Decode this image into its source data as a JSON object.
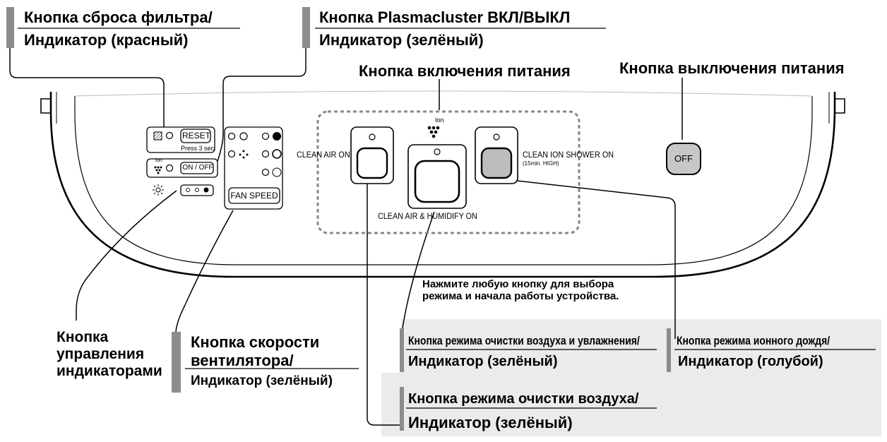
{
  "callouts": {
    "filter_reset_title": "Кнопка сброса фильтра/",
    "filter_reset_indicator": "Индикатор (красный)",
    "plasmacluster_title": "Кнопка Plasmacluster ВКЛ/ВЫКЛ",
    "plasmacluster_indicator": "Индикатор (зелёный)",
    "power_on": "Кнопка включения питания",
    "power_off": "Кнопка выключения питания",
    "press_note": "Нажмите любую кнопку для выбора режима и начала работы устройства.",
    "indicator_control": "Кнопка управления индикаторами",
    "fan_speed_title": "Кнопка скорости вентилятора/",
    "fan_speed_indicator": "Индикатор (зелёный)",
    "humidify_mode_title": "Кнопка режима очистки воздуха и увлажнения/",
    "humidify_mode_indicator": "Индикатор (зелёный)",
    "ion_mode_title": "Кнопка режима ионного дождя/",
    "ion_mode_indicator": "Индикатор (голубой)",
    "clean_air_mode_title": "Кнопка режима очистки воздуха/",
    "clean_air_mode_indicator": "Индикатор (зелёный)"
  },
  "panel": {
    "reset_button": "RESET",
    "reset_hint": "Press 3 sec.",
    "onoff_button": "ON / OFF",
    "ion_label": "Ion",
    "fan_speed_button": "FAN SPEED",
    "clean_air_on": "CLEAN AIR ON",
    "clean_air_humidify_on": "CLEAN AIR &  HUMIDIFY ON",
    "clean_ion_shower_on": "CLEAN ION SHOWER ON",
    "clean_ion_shower_hint": "(15min. HIGH)",
    "off_button": "OFF"
  },
  "colors": {
    "accent_bar": "#8c8c8c",
    "bottom_box": "#ebebeb",
    "ion_shower_button": "#bdbdbd",
    "off_button": "#c7c7c7"
  }
}
